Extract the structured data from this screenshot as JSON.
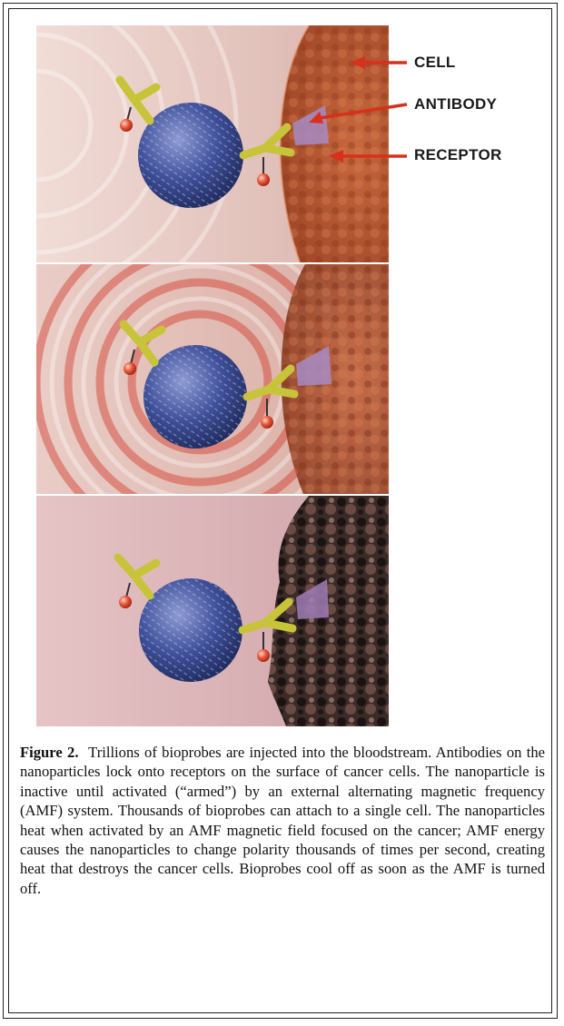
{
  "labels": {
    "cell": "CELL",
    "antibody": "ANTIBODY",
    "receptor": "RECEPTOR"
  },
  "colors": {
    "pointer": "#d7301c",
    "nanoparticle": "#3d4f94",
    "antibody": "#c8c43a",
    "cell": "#b5562e",
    "dead_cell": "#3a2a28",
    "receptor": "#a78bc4"
  },
  "caption": {
    "label": "Figure 2.",
    "text": "Trillions of bioprobes are injected into the bloodstream. Antibodies on the nanoparticles lock onto receptors on the surface of cancer cells. The nanoparticle is inactive until activated (“armed”) by an external alternating magnetic frequency (AMF) system. Thousands of bioprobes can attach to a single cell. The nanoparticles heat when activated by an AMF magnetic field focused on the cancer; AMF energy causes the nanoparticles to change polarity thousands of times per second, creating heat that destroys the cancer cells. Bioprobes cool off as soon as the AMF is turned off."
  }
}
